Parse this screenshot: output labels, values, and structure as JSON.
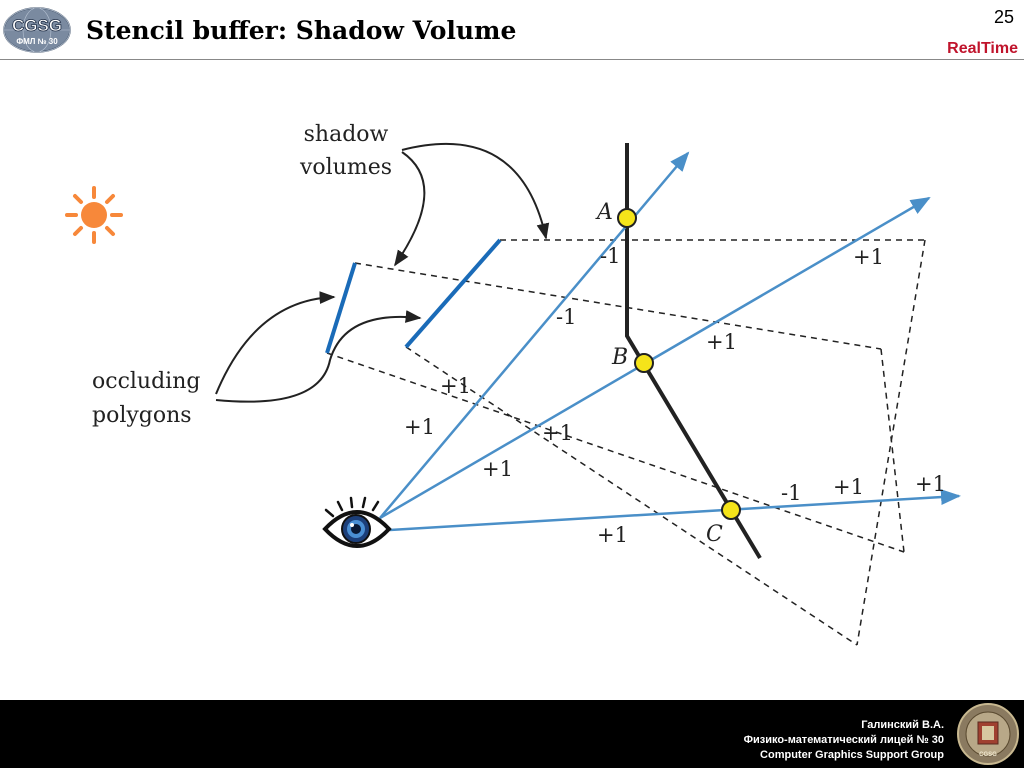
{
  "header": {
    "logo_text": "CGSG",
    "logo_subtext": "ФМЛ № 30",
    "title": "Stencil buffer: Shadow Volume",
    "slide_number": "25",
    "brand": "RealTime"
  },
  "diagram": {
    "labels": {
      "shadow_volumes_line1": "shadow",
      "shadow_volumes_line2": "volumes",
      "occluding_line1": "occluding",
      "occluding_line2": "polygons"
    },
    "points": {
      "a": "A",
      "b": "B",
      "c": "C"
    },
    "counts": {
      "c1": "-1",
      "c2": "-1",
      "c3": "+1",
      "c4": "+1",
      "c5": "+1",
      "c6": "+1",
      "c7": "+1",
      "c8": "+1",
      "c9": "+1",
      "c10": "-1",
      "c11": "+1",
      "c12": "+1"
    },
    "colors": {
      "ray": "#4a8fc8",
      "occluder": "#1a6bb8",
      "sun": "#f7883a",
      "point": "#f5e41a"
    }
  },
  "footer": {
    "author": "Галинский В.А.",
    "school": "Физико-математический лицей № 30",
    "group": "Computer Graphics Support Group",
    "seal_text": "CGSG"
  }
}
